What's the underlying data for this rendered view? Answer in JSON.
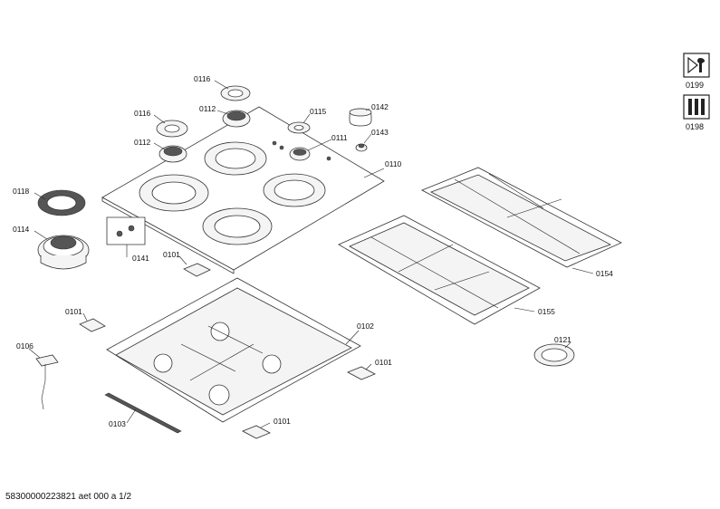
{
  "labels": {
    "l0116a": "0116",
    "l0116b": "0116",
    "l0112a": "0112",
    "l0112b": "0112",
    "l0115": "0115",
    "l0142": "0142",
    "l0111": "0111",
    "l0143": "0143",
    "l0110": "0110",
    "l0118": "0118",
    "l0114": "0114",
    "l0141": "0141",
    "l0101a": "0101",
    "l0101b": "0101",
    "l0101c": "0101",
    "l0101d": "0101",
    "l0106": "0106",
    "l0102": "0102",
    "l0103": "0103",
    "l0154": "0154",
    "l0155": "0155",
    "l0121": "0121"
  },
  "symbols": {
    "s0199": "0199",
    "s0198": "0198"
  },
  "footer": "58300000223821 aet 000 a 1/2"
}
